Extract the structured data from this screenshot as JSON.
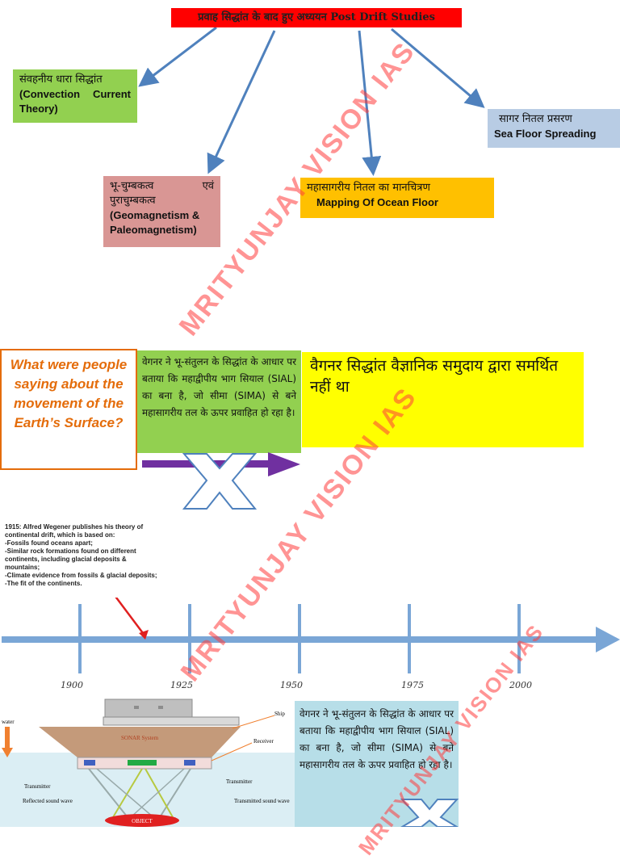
{
  "title": "प्रवाह सिद्धांत के बाद हुए अध्ययन Post Drift Studies",
  "boxes": {
    "convection": {
      "hi": "संवहनीय धारा सिद्धांत",
      "en": "(Convection Current Theory)"
    },
    "geomagnetism": {
      "hi": "भू-चुम्बकत्व एवं पुराचुम्बकत्व",
      "en": "(Geomagnetism & Paleomagnetism)"
    },
    "ocean_floor": {
      "hi": "महासागरीय नितल का मानचित्रण",
      "en": "Mapping Of Ocean Floor"
    },
    "sea_floor": {
      "hi": "सागर नितल प्रसरण",
      "en": "Sea Floor Spreading"
    }
  },
  "question": "What were people saying about the movement of the Earth’s Surface?",
  "wegener_para": "वेगनर ने भू-संतुलन के सिद्धांत के आधार पर बताया कि महाद्वीपीय भाग सियाल (SIAL) का बना है, जो सीमा (SIMA) से बने महासागरीय तल के ऊपर प्रवाहित हो रहा है।",
  "not_supported": "वैगनर सिद्धांत वैज्ञानिक समुदाय द्वारा समर्थित नहीं था",
  "timeline_note": [
    "1915: Alfred Wegener publishes his theory of continental drift, which is based on:",
    "-Fossils found oceans apart;",
    "-Similar rock formations found on different continents, including glacial deposits & mountains;",
    "-Climate evidence from fossils & glacial deposits;",
    "-The fit of the continents."
  ],
  "timeline_years": [
    "1900",
    "1925",
    "1950",
    "1975",
    "2000"
  ],
  "sonar_labels": {
    "ship": "Ship",
    "sonar_system": "SONAR System",
    "receiver": "Receiver",
    "transmitter_left": "Transmitter",
    "transmitter_right": "Transmitter",
    "reflected": "Reflected sound wave",
    "transmitted": "Transmitted sound wave",
    "object": "OBJECT",
    "water": "water"
  },
  "bottom_para": "वेगनर ने भू-संतुलन के सिद्धांत के आधार पर बताया कि महाद्वीपीय भाग सियाल (SIAL) का बना है, जो सीमा (SIMA) से बने महासागरीय तल के ऊपर प्रवाहित हो रहा है।",
  "watermark": "MRITYUNJAY VISION IAS",
  "colors": {
    "title": "#ff0000",
    "green": "#92d050",
    "pink": "#d99694",
    "orange": "#ffc000",
    "blue": "#b8cce4",
    "yellow": "#ffff00",
    "arrow": "#4f81bd",
    "purple": "#7030a0"
  }
}
